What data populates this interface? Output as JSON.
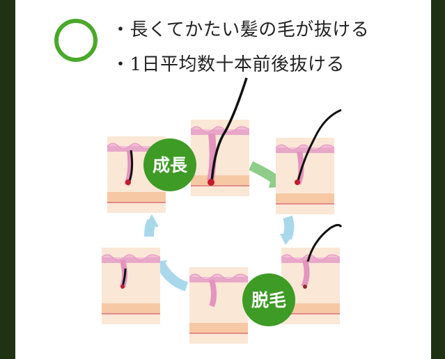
{
  "points": [
    "・長くてかたい髪の毛が抜ける",
    "・1日平均数十本前後抜ける"
  ],
  "badges": {
    "growth": "成長",
    "shedding": "脱毛"
  },
  "icons": {
    "mark": "circle-ok-icon"
  },
  "colors": {
    "frame": "#1f3214",
    "mark_green": "#4aa82a",
    "badge_green": "#3e9b25",
    "skin_pink": "#e8a9c9",
    "tissue": "#fbe7d6",
    "arrow_green": "#8fcc8a",
    "arrow_blue": "#a9d8ea"
  }
}
